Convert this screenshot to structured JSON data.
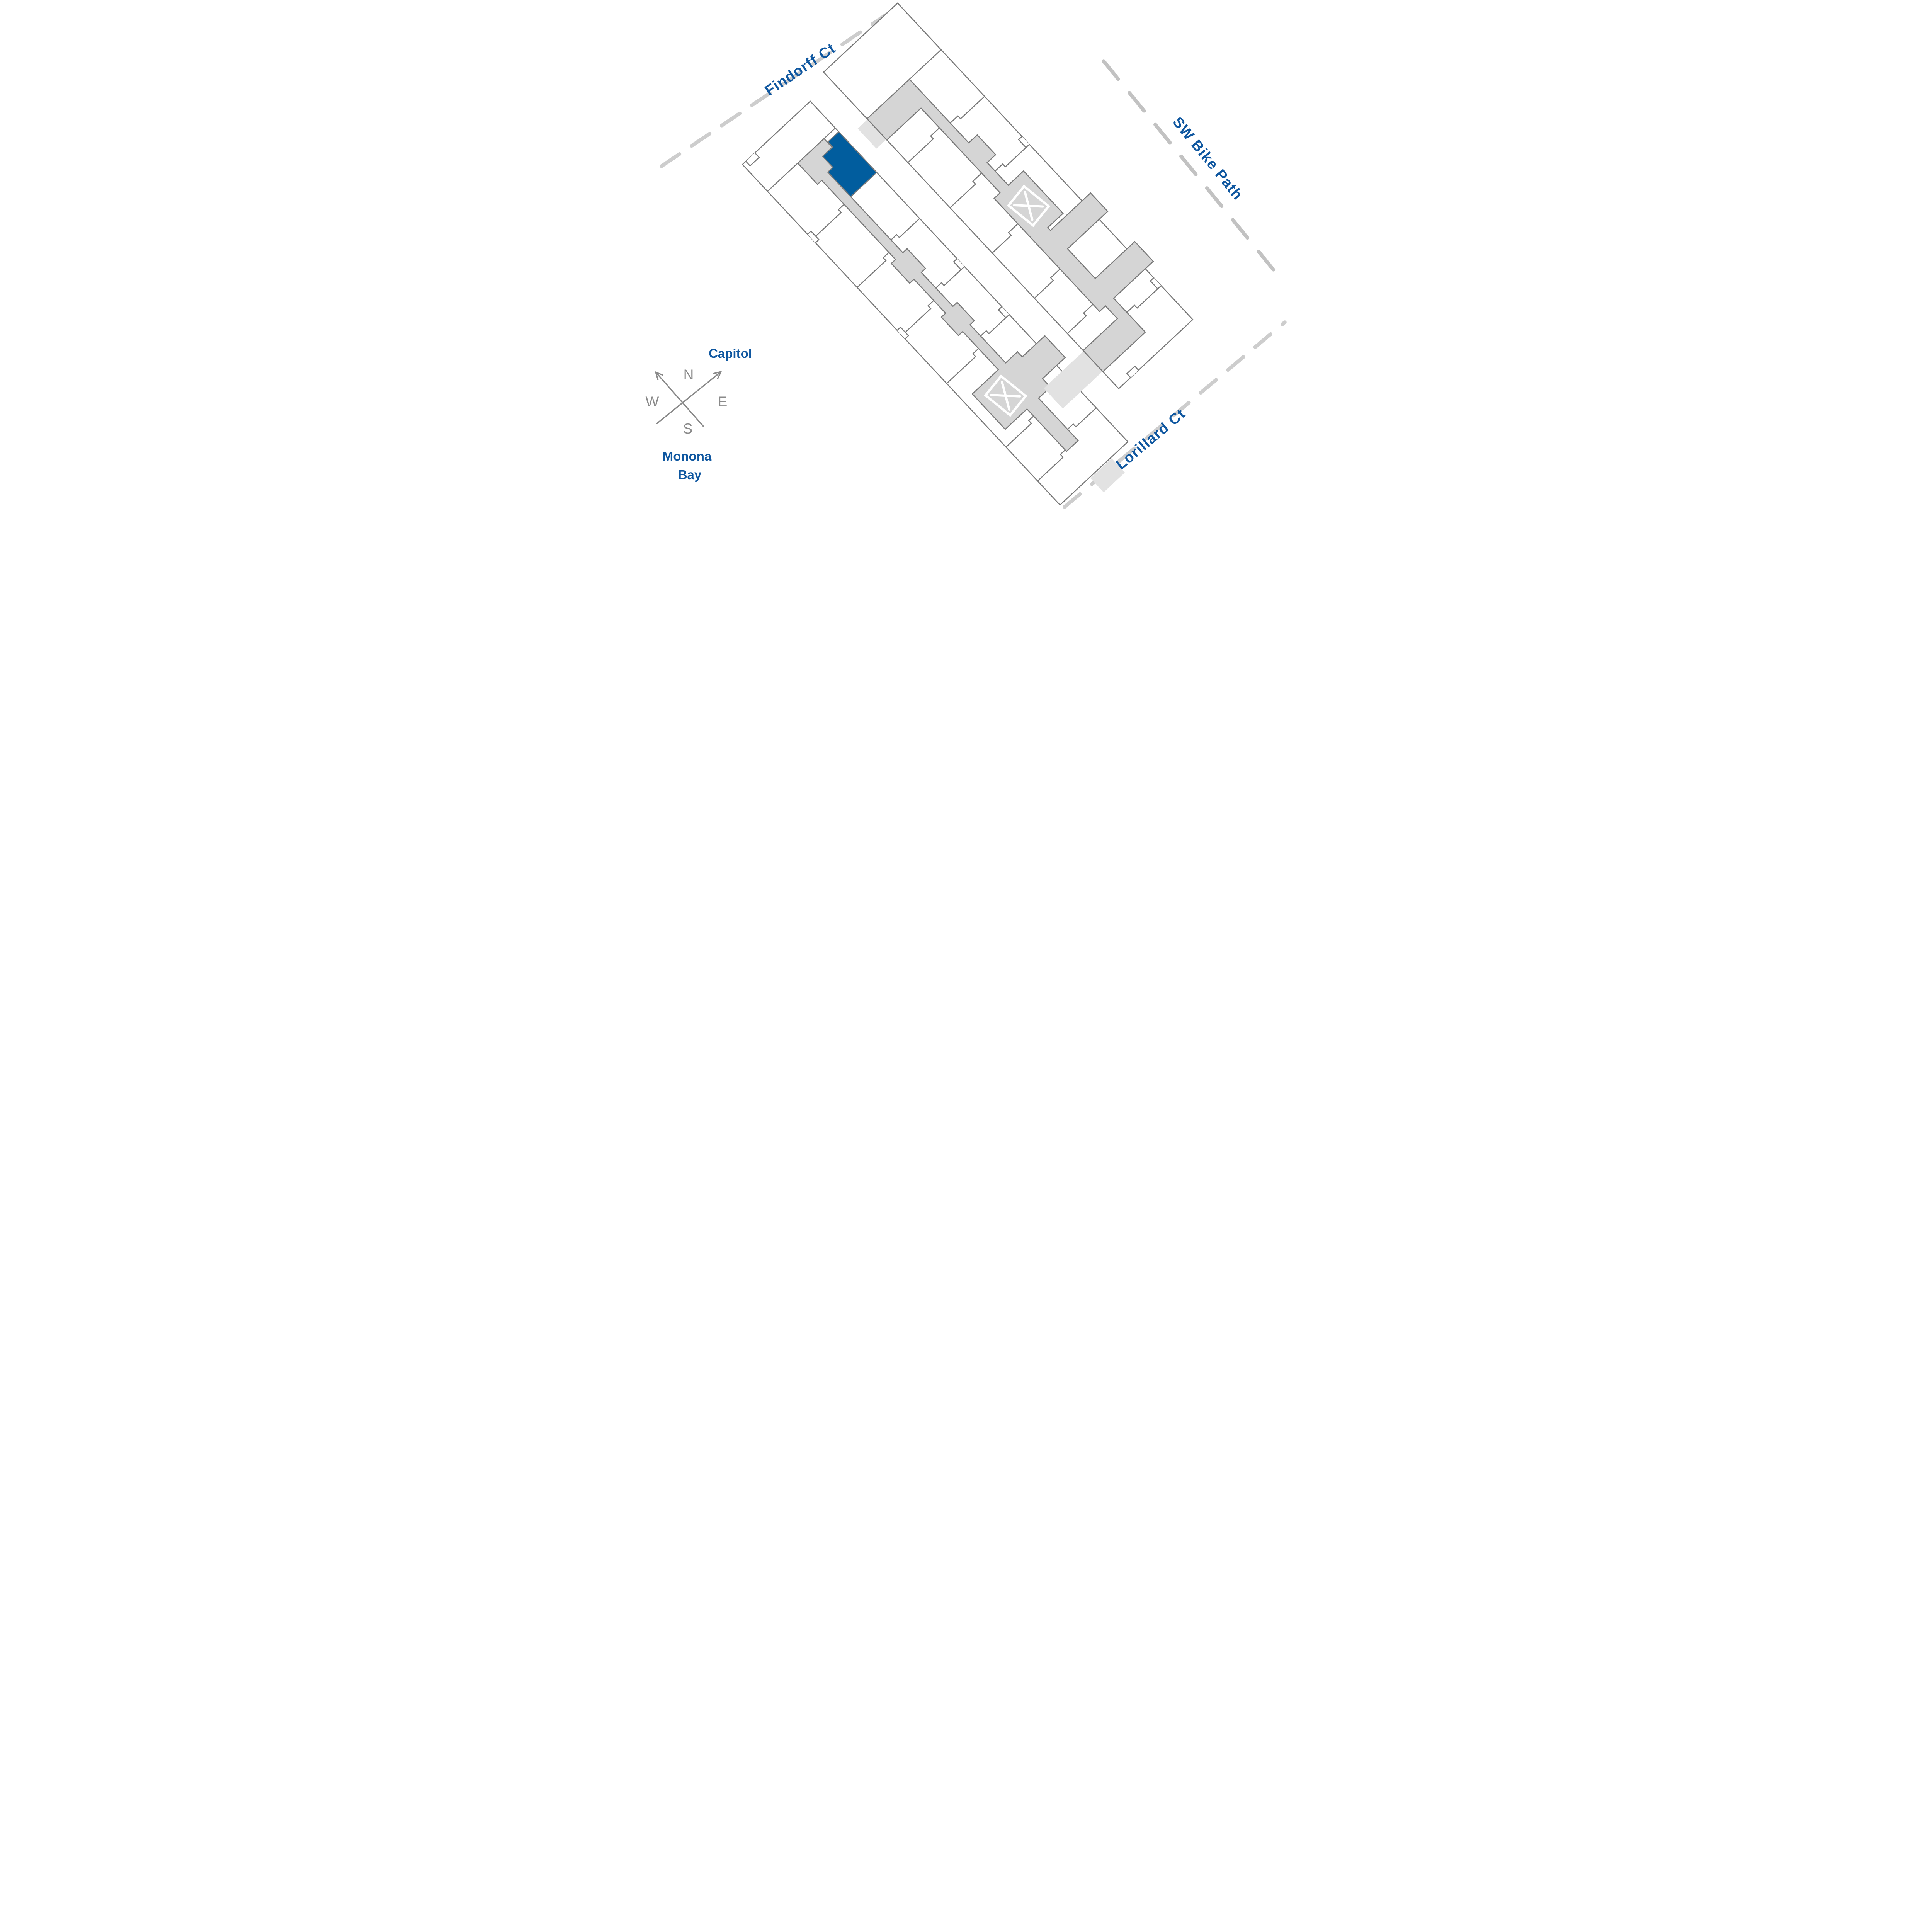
{
  "streets": {
    "findorff": {
      "label": "Findorff Ct"
    },
    "bike_path": {
      "label": "SW Bike Path"
    },
    "lorillard": {
      "label": "Lorillard Ct"
    }
  },
  "compass": {
    "north": "N",
    "east": "E",
    "south": "S",
    "west": "W",
    "landmark_northeast": "Capitol",
    "landmark_southwest_line1": "Monona",
    "landmark_southwest_line2": "Bay"
  },
  "buildings": {
    "count": 2,
    "highlighted_units": 1,
    "stair_elevator_markers": 2
  },
  "colors": {
    "highlight_unit": "#015d9e",
    "corridor": "#d5d5d5",
    "corridor_exterior": "#e2e2e2",
    "wall": "#7a7a7a",
    "street_label": "#0f57a0",
    "street_dash": "#cdcdcd",
    "bike_dash": "#c2c2c2",
    "compass_text": "#8a8a8a",
    "marker_x": "#ffffff"
  }
}
